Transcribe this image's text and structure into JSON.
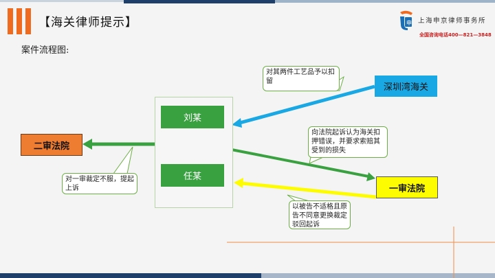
{
  "header": {
    "title": "【海关律师提示】",
    "subtitle": "案件流程图:"
  },
  "logo": {
    "firm_name": "上海申京律师事务所",
    "hotline": "全国咨询电话400—821—3848",
    "icon": "firm-logo-icon",
    "accent": "#ef6b1f"
  },
  "diagram": {
    "parties": {
      "liu": "刘某",
      "ren": "任某"
    },
    "courts": {
      "second_instance": "二审法院",
      "first_instance": "一审法院"
    },
    "customs": "深圳湾海关",
    "callouts": {
      "detain": "对其两件工艺品予以扣留",
      "lawsuit": "向法院起诉认为海关扣押错误，并要求索赔其受到的损失",
      "appeal": "对一审裁定不服，提起上诉",
      "dismissal": "以被告不适格且原告不同意更换裁定驳回起诉"
    }
  },
  "colors": {
    "green": "#3aa141",
    "orange": "#ef7d31",
    "yellow": "#fdfc00",
    "blue": "#1aa8e4",
    "navy": "#1f3f6b"
  }
}
